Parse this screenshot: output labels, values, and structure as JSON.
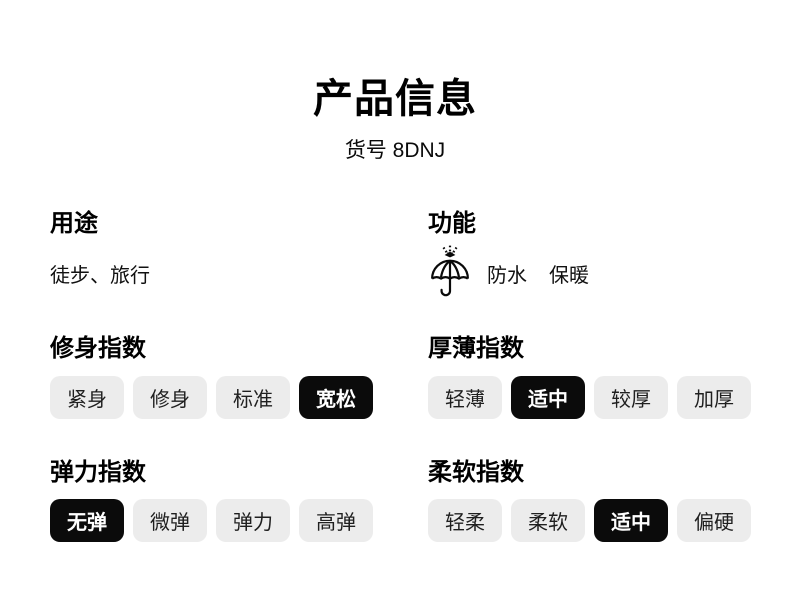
{
  "page": {
    "title": "产品信息",
    "item_number": "货号 8DNJ"
  },
  "colors": {
    "background": "#ffffff",
    "heading_text": "#000000",
    "body_text": "#111111",
    "pill_bg": "#ececec",
    "pill_text": "#1f1f1f",
    "pill_selected_bg": "#0b0b0b",
    "pill_selected_text": "#ffffff"
  },
  "sections": {
    "usage": {
      "heading": "用途",
      "value": "徒步、旅行"
    },
    "function": {
      "heading": "功能",
      "icon": "umbrella-rain-icon",
      "features": [
        "防水",
        "保暖"
      ]
    },
    "fit": {
      "heading": "修身指数",
      "options": [
        "紧身",
        "修身",
        "标准",
        "宽松"
      ],
      "selected": "宽松"
    },
    "thickness": {
      "heading": "厚薄指数",
      "options": [
        "轻薄",
        "适中",
        "较厚",
        "加厚"
      ],
      "selected": "适中"
    },
    "elasticity": {
      "heading": "弹力指数",
      "options": [
        "无弹",
        "微弹",
        "弹力",
        "高弹"
      ],
      "selected": "无弹"
    },
    "softness": {
      "heading": "柔软指数",
      "options": [
        "轻柔",
        "柔软",
        "适中",
        "偏硬"
      ],
      "selected": "适中"
    }
  }
}
